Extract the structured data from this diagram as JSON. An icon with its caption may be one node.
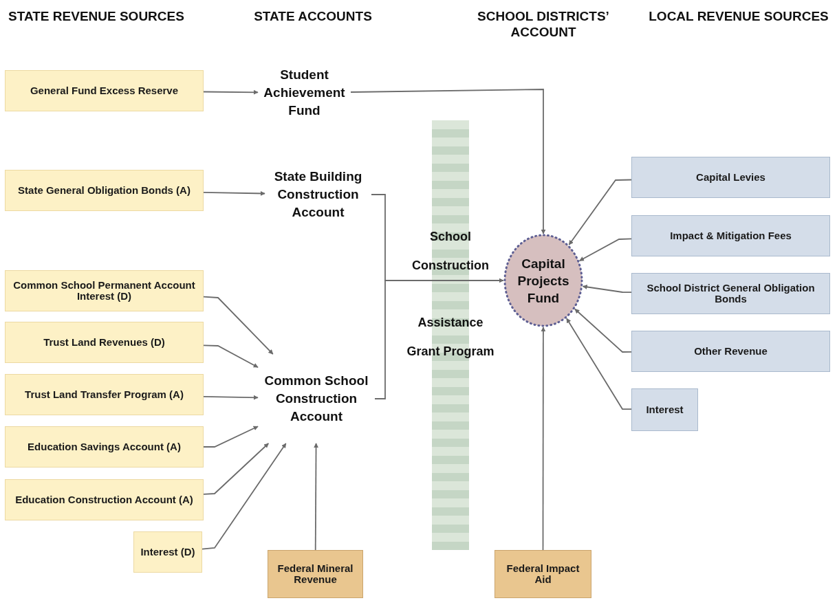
{
  "diagram": {
    "nodes": [
      {
        "text": [
          "General Fund Excess Reserve"
        ]
      },
      {
        "text": [
          "State General Obligation Bonds (A)"
        ]
      },
      {
        "text": [
          "Common School Permanent Account Interest (D)"
        ]
      },
      {
        "text": [
          "Trust Land Revenues (D)"
        ]
      },
      {
        "text": [
          "Trust Land Transfer Program (A)"
        ]
      },
      {
        "text": [
          "Education Savings Account (A)"
        ]
      },
      {
        "text": [
          "Education Construction Account (A)"
        ]
      },
      {
        "text": [
          "Interest (D)"
        ]
      },
      {
        "text": [
          "Student Achievement Fund"
        ]
      },
      {
        "text": [
          "State Building Construction Account"
        ]
      },
      {
        "text": [
          "Common School Construction Account"
        ]
      },
      {
        "text": [
          "School Construction",
          "Assistance Grant Program"
        ]
      },
      {
        "text": [
          "Capital Projects Fund"
        ]
      },
      {
        "text": [
          "Capital Levies"
        ]
      },
      {
        "text": [
          "Impact & Mitigation Fees"
        ]
      },
      {
        "text": [
          "School District General Obligation Bonds"
        ]
      },
      {
        "text": [
          "Other Revenue"
        ]
      },
      {
        "text": [
          "Interest"
        ]
      },
      {
        "text": [
          "Federal Mineral Revenue"
        ]
      },
      {
        "text": [
          "Federal Impact Aid"
        ]
      }
    ],
    "edges": [
      {
        "from": 0,
        "to": 8,
        "arrow": "to"
      },
      {
        "from": 1,
        "to": 9,
        "arrow": "to"
      },
      {
        "from": 2,
        "to": 10,
        "arrow": "to"
      },
      {
        "from": 3,
        "to": 10,
        "arrow": "to"
      },
      {
        "from": 4,
        "to": 10,
        "arrow": "to"
      },
      {
        "from": 5,
        "to": 10,
        "arrow": "to"
      },
      {
        "from": 6,
        "to": 10,
        "arrow": "to"
      },
      {
        "from": 7,
        "to": 10,
        "arrow": "to"
      },
      {
        "from": 18,
        "to": 10,
        "arrow": "to"
      },
      {
        "from": 8,
        "to": 12,
        "arrow": "to"
      },
      {
        "from": 9,
        "to": 11,
        "arrow": "none"
      },
      {
        "from": 10,
        "to": 11,
        "arrow": "none"
      },
      {
        "from": 11,
        "to": 12,
        "arrow": "to"
      },
      {
        "from": 13,
        "to": 12,
        "arrow": "to"
      },
      {
        "from": 14,
        "to": 12,
        "arrow": "to"
      },
      {
        "from": 15,
        "to": 12,
        "arrow": "to"
      },
      {
        "from": 16,
        "to": 12,
        "arrow": "to"
      },
      {
        "from": 17,
        "to": 12,
        "arrow": "to"
      },
      {
        "from": 19,
        "to": 12,
        "arrow": "to"
      }
    ],
    "labels": [
      "STATE REVENUE SOURCES",
      "STATE ACCOUNTS",
      "SCHOOL DISTRICTS’ ACCOUNT",
      "LOCAL REVENUE SOURCES"
    ]
  }
}
